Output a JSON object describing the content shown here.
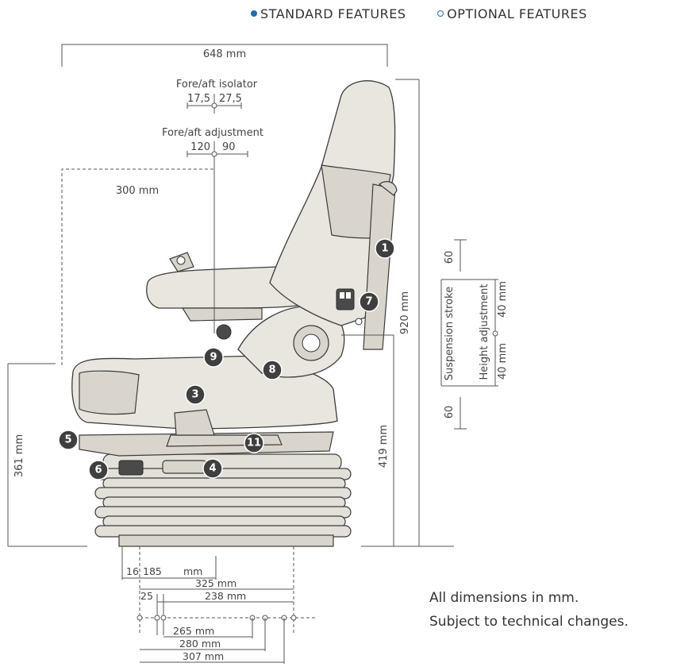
{
  "legend": {
    "standard": "STANDARD FEATURES",
    "optional": "OPTIONAL FEATURES"
  },
  "dimensions": {
    "overall_width": "648 mm",
    "isolator_title": "Fore/aft isolator",
    "isolator_left": "17,5",
    "isolator_right": "27,5",
    "adjustment_title": "Fore/aft adjustment",
    "adjustment_left": "120",
    "adjustment_right": "90",
    "seat_depth": "300 mm",
    "overall_height": "920 mm",
    "base_height": "419 mm",
    "left_height": "361 mm",
    "suspension_top": "60",
    "suspension_label": "Suspension stroke",
    "suspension_bottom": "60",
    "height_adj_label": "Height adjustment",
    "height_adj_top": "40 mm",
    "height_adj_bottom": "40 mm",
    "base_offset": "16",
    "base_width": "185",
    "base_width_unit": "mm",
    "mount_325": "325 mm",
    "mount_25": "25",
    "mount_238": "238 mm",
    "mount_265": "265 mm",
    "mount_280": "280 mm",
    "mount_307": "307 mm"
  },
  "badges": [
    "1",
    "3",
    "4",
    "5",
    "6",
    "7",
    "8",
    "9",
    "11"
  ],
  "notes": {
    "line1": "All dimensions in mm.",
    "line2": "Subject to technical changes."
  }
}
